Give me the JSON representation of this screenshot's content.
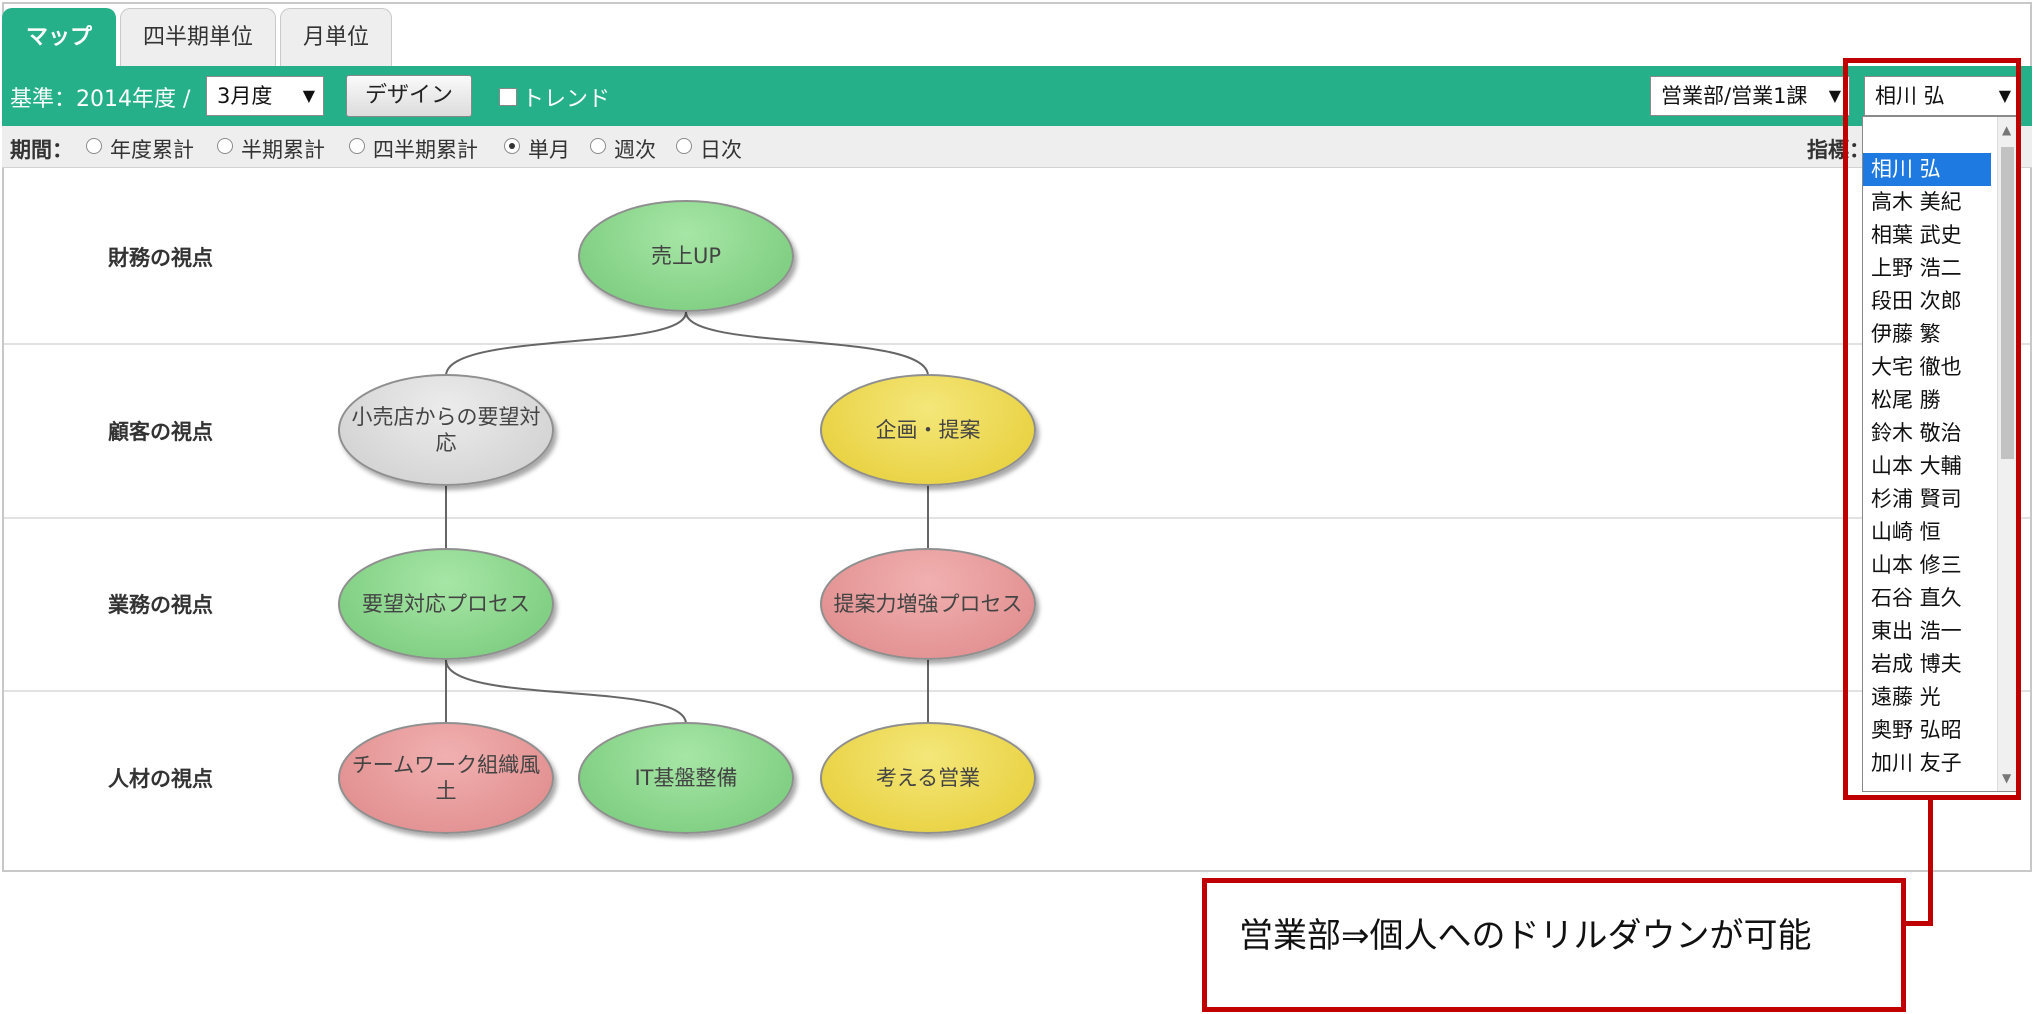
{
  "tabs": [
    {
      "label": "マップ",
      "active": true
    },
    {
      "label": "四半期単位",
      "active": false
    },
    {
      "label": "月単位",
      "active": false
    }
  ],
  "toolbar": {
    "base_label": "基準：2014年度 /",
    "month_select": "3月度",
    "design_button": "デザイン",
    "trend_label": "トレンド",
    "dept_select": "営業部/営業1課",
    "person_select": "相川 弘",
    "dropdown_arrow": "▼"
  },
  "period": {
    "label": "期間：",
    "options": [
      {
        "label": "年度累計",
        "checked": false
      },
      {
        "label": "半期累計",
        "checked": false
      },
      {
        "label": "四半期累計",
        "checked": false
      },
      {
        "label": "単月",
        "checked": true
      },
      {
        "label": "週次",
        "checked": false
      },
      {
        "label": "日次",
        "checked": false
      }
    ],
    "indicator_label": "指標："
  },
  "perspectives": [
    "財務の視点",
    "顧客の視点",
    "業務の視点",
    "人材の視点"
  ],
  "nodes": [
    {
      "label": "売上UP",
      "color": "green"
    },
    {
      "label": "小売店からの要望対応",
      "color": "gray"
    },
    {
      "label": "企画・提案",
      "color": "yellow"
    },
    {
      "label": "要望対応プロセス",
      "color": "green"
    },
    {
      "label": "提案力増強プロセス",
      "color": "red"
    },
    {
      "label": "チームワーク組織風土",
      "color": "red"
    },
    {
      "label": "IT基盤整備",
      "color": "green"
    },
    {
      "label": "考える営業",
      "color": "yellow"
    }
  ],
  "person_list": [
    "相川 弘",
    "高木 美紀",
    "相葉 武史",
    "上野 浩二",
    "段田 次郎",
    "伊藤 繁",
    "大宅 徹也",
    "松尾 勝",
    "鈴木 敬治",
    "山本 大輔",
    "杉浦 賢司",
    "山崎 恒",
    "山本 修三",
    "石谷 直久",
    "東出 浩一",
    "岩成 博夫",
    "遠藤 光",
    "奥野 弘昭",
    "加川 友子"
  ],
  "selected_person": "相川 弘",
  "callout_text": "営業部⇒個人へのドリルダウンが可能",
  "colors": {
    "toolbar": "#26b08a",
    "highlight": "#c00000",
    "selection": "#1e7ae0"
  }
}
